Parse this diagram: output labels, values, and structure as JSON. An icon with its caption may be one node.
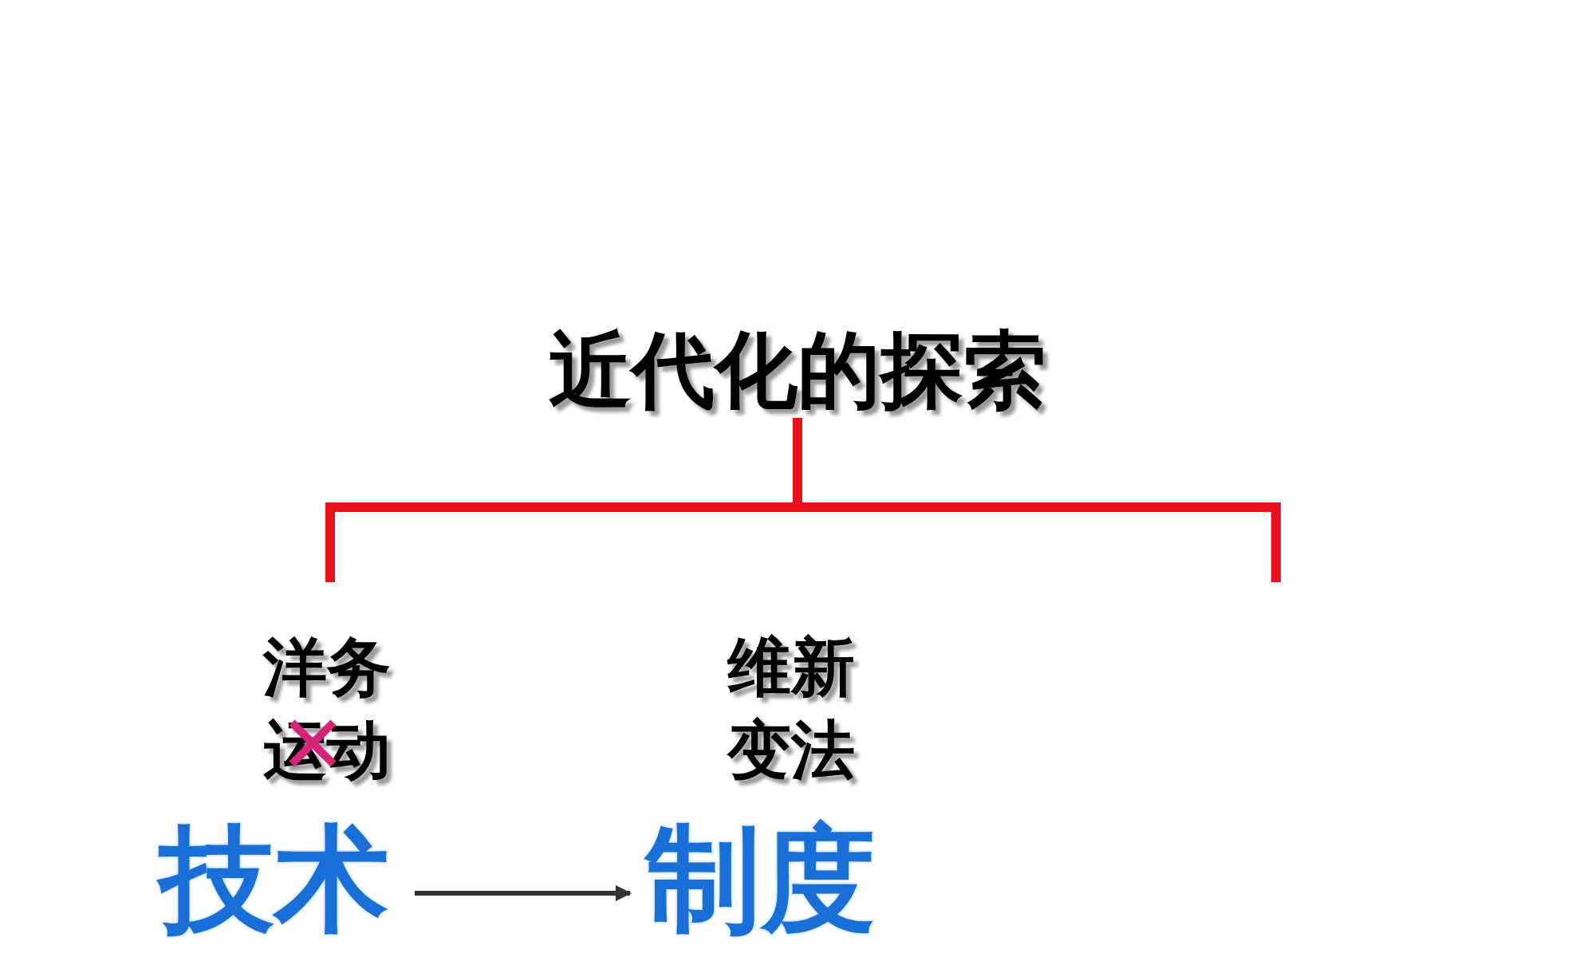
{
  "diagram": {
    "nodes": [
      {
        "text": [
          "近代化的探索"
        ]
      },
      {
        "text": [
          "洋务运动"
        ]
      },
      {
        "text": [
          "维新变法"
        ]
      },
      {
        "text": [
          "技术"
        ]
      },
      {
        "text": [
          "制度"
        ]
      }
    ],
    "edges": [
      {
        "from": 0,
        "to": 1,
        "arrow": "none",
        "color": "#e8101a"
      },
      {
        "from": 0,
        "to": null,
        "arrow": "none",
        "color": "#e8101a"
      },
      {
        "from": 3,
        "to": 4,
        "arrow": "to",
        "color": "#333333"
      }
    ]
  }
}
